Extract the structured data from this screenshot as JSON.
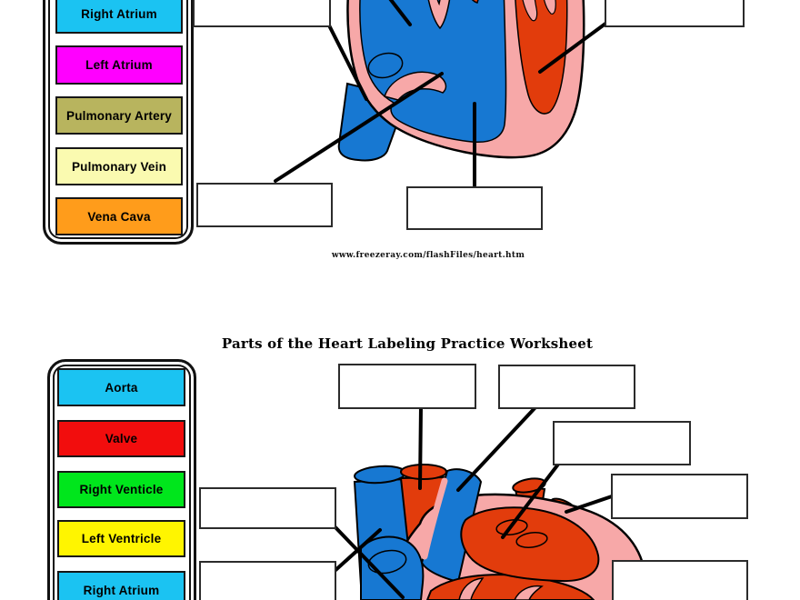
{
  "header": {
    "title": "Parts of the Heart Labeling Practice Worksheet"
  },
  "footer": {
    "source_url": "www.freezeray.com/flashFiles/heart.htm"
  },
  "word_bank_top": {
    "items": [
      {
        "label": "Right Atrium",
        "color": "#1BC3F2"
      },
      {
        "label": "Left Atrium",
        "color": "#FF00FF"
      },
      {
        "label": "Pulmonary Artery",
        "color": "#B8B45E"
      },
      {
        "label": "Pulmonary Vein",
        "color": "#FAFAB0"
      },
      {
        "label": "Vena Cava",
        "color": "#FF9C1B"
      }
    ]
  },
  "word_bank_bottom": {
    "items": [
      {
        "label": "Aorta",
        "color": "#1BC3F2"
      },
      {
        "label": "Valve",
        "color": "#F20D0D"
      },
      {
        "label": "Right Venticle",
        "color": "#00E61C"
      },
      {
        "label": "Left Ventricle",
        "color": "#FFF500"
      },
      {
        "label": "Right Atrium",
        "color": "#1BC3F2"
      }
    ]
  },
  "answer_boxes": {
    "top_visible_count": 4,
    "bottom_visible_count": 7
  },
  "diagram_colors": {
    "oxygen_poor_blue": "#1778D2",
    "oxygen_rich_red": "#E23C0C",
    "heart_wall_pink": "#F7A8A8",
    "outline": "#000000"
  }
}
